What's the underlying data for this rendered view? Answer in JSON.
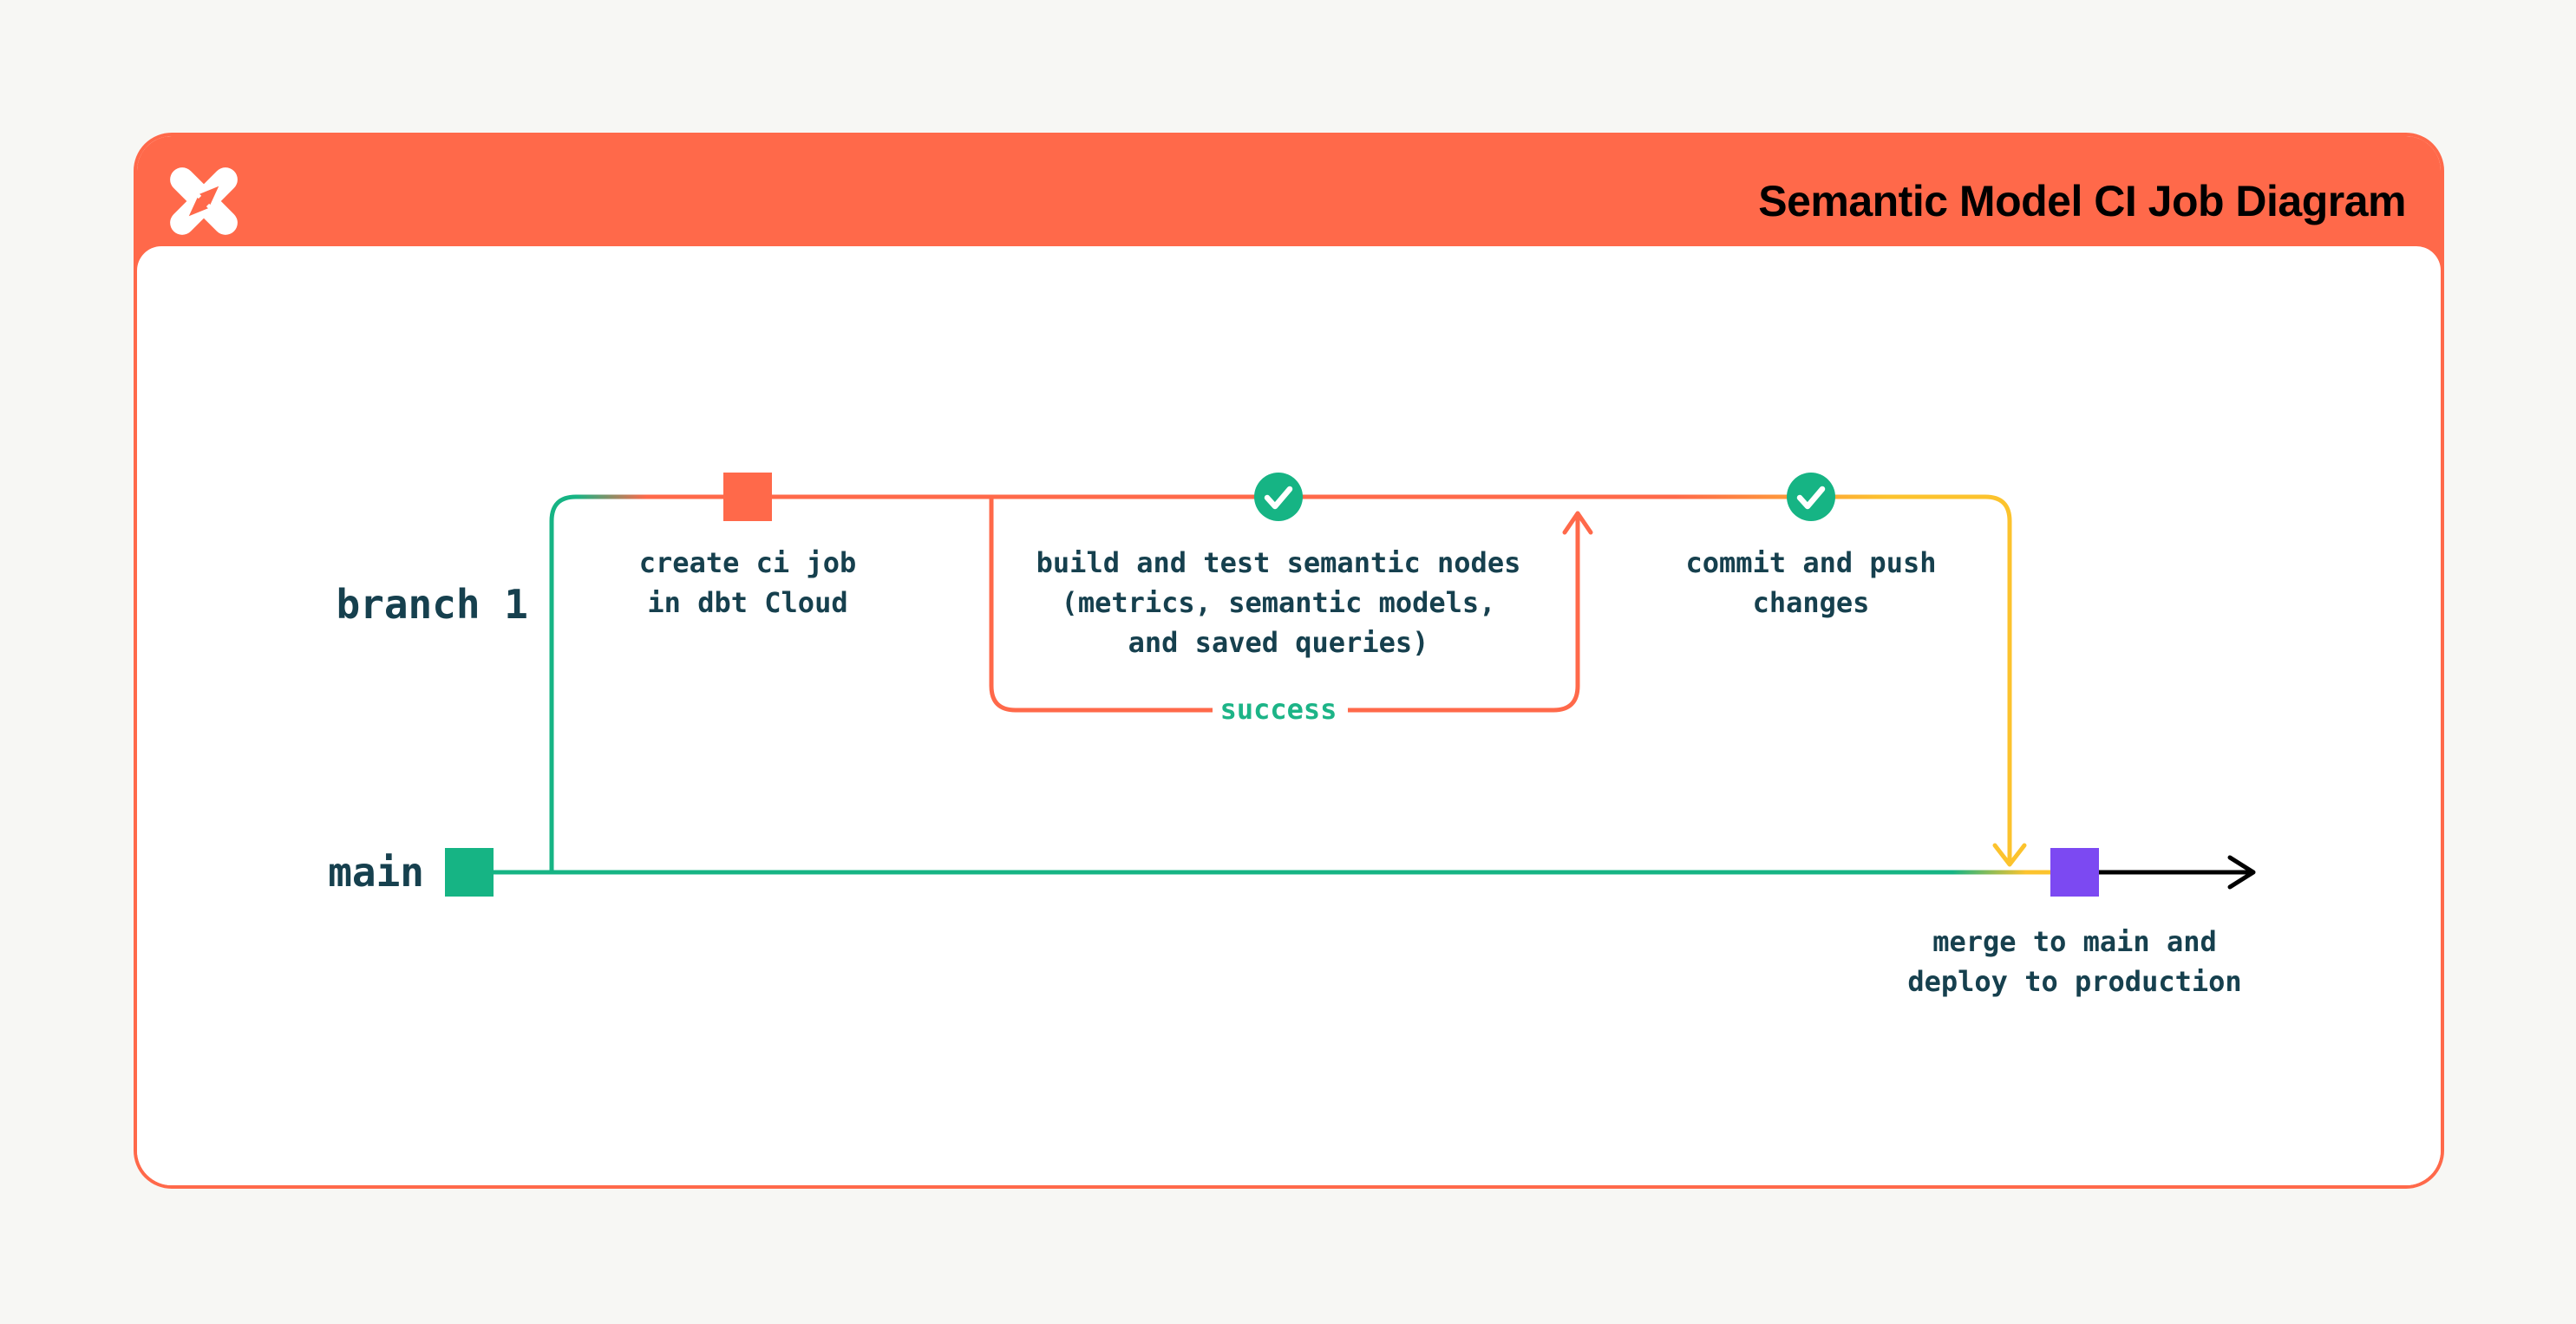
{
  "header": {
    "title": "Semantic Model CI Job Diagram",
    "logo": "dbt-logo",
    "background": "#ff694a"
  },
  "lanes": {
    "branch": "branch 1",
    "main": "main"
  },
  "nodes": {
    "create_ci_job": {
      "lines": [
        "create ci job",
        "in dbt Cloud"
      ]
    },
    "build_and_test": {
      "lines": [
        "build and test semantic nodes",
        "(metrics, semantic models,",
        "and saved queries)"
      ]
    },
    "commit_and_push": {
      "lines": [
        "commit and push",
        "changes"
      ]
    },
    "merge_to_main": {
      "lines": [
        "merge to main and",
        "deploy to production"
      ]
    }
  },
  "annotations": {
    "success": "success"
  },
  "colors": {
    "orange": "#ff694a",
    "green": "#16b484",
    "yellow": "#fcc32d",
    "purple": "#7c49f2",
    "ink": "#16404e",
    "arrow_black": "#000000",
    "page_bg": "#f7f7f4",
    "card_bg": "#ffffff"
  }
}
